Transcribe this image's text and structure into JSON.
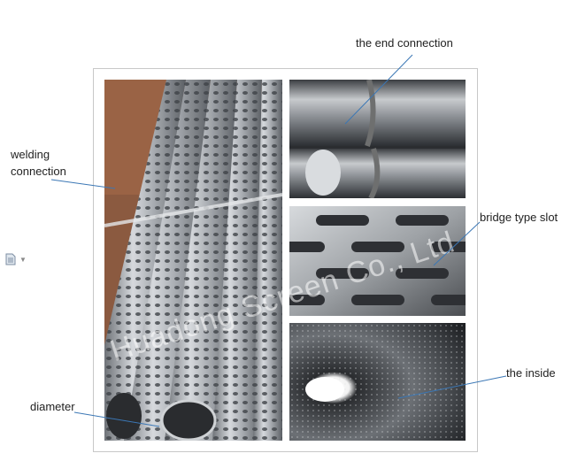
{
  "labels": {
    "end_connection": "the end connection",
    "welding_line1": "welding",
    "welding_line2": "connection",
    "bridge_slot": "bridge type slot",
    "inside": "the inside",
    "diameter": "diameter"
  },
  "watermark": "Huadong Screen Co., Ltd",
  "icons": {
    "document": "document-icon",
    "caret": "dropdown-caret-icon"
  },
  "colors": {
    "leader_line": "#3b77b5",
    "frame_border": "#c8c8c8"
  }
}
